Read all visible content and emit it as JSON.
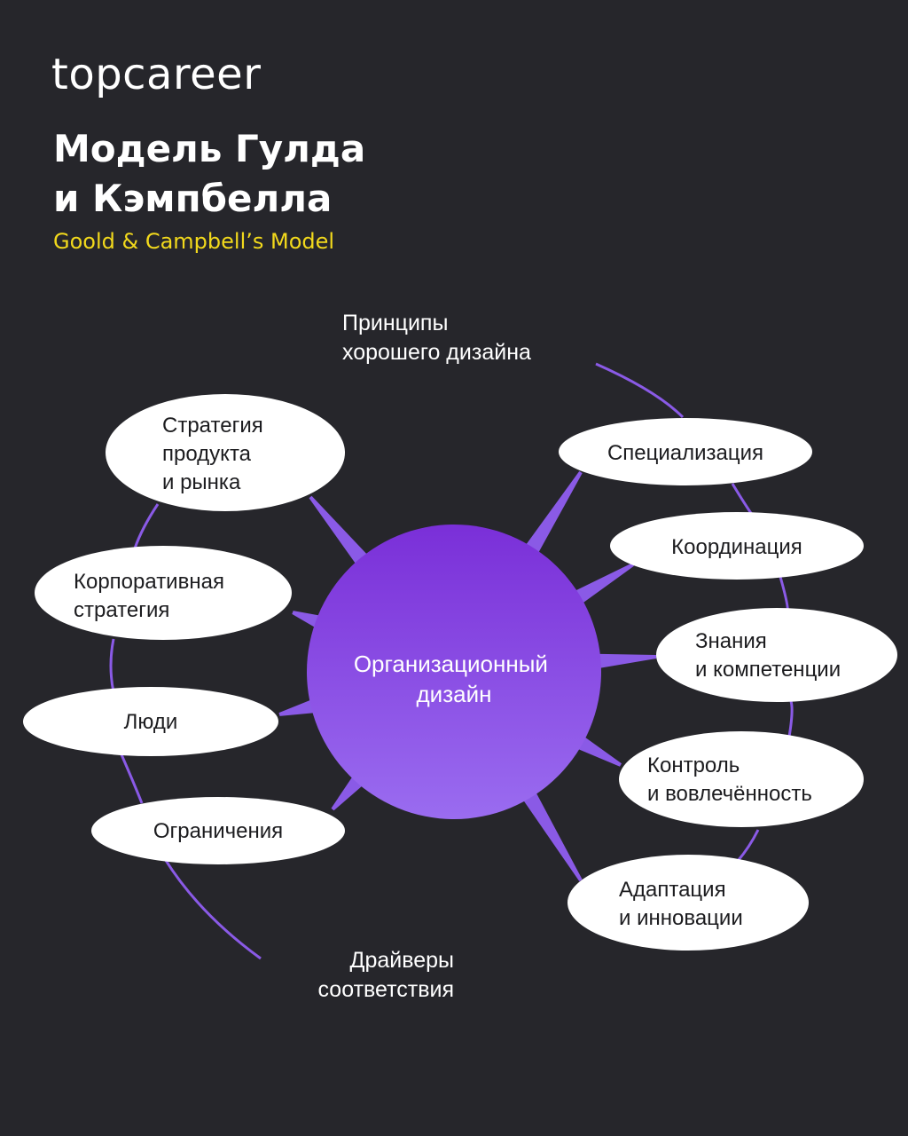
{
  "brand": {
    "logo": "topcareer"
  },
  "header": {
    "title_lines": [
      "Модель Гулда",
      "и Кэмпбелла"
    ],
    "subtitle": "Goold & Campbell’s Model"
  },
  "colors": {
    "background": "#26262b",
    "accent": "#f2d91c",
    "purple": "#8a5ae6"
  },
  "diagram": {
    "center": [
      "Организационный",
      "дизайн"
    ],
    "groups": {
      "right": [
        "Принципы",
        "хорошего дизайна"
      ],
      "left": [
        "Драйверы",
        "соответствия"
      ]
    },
    "left_nodes": [
      {
        "lines": [
          "Стратегия",
          "продукта",
          "и рынка"
        ]
      },
      {
        "lines": [
          "Корпоративная",
          "стратегия"
        ]
      },
      {
        "lines": [
          "Люди"
        ]
      },
      {
        "lines": [
          "Ограничения"
        ]
      }
    ],
    "right_nodes": [
      {
        "lines": [
          "Специализация"
        ]
      },
      {
        "lines": [
          "Координация"
        ]
      },
      {
        "lines": [
          "Знания",
          "и компетенции"
        ]
      },
      {
        "lines": [
          "Контроль",
          "и вовлечённость"
        ]
      },
      {
        "lines": [
          "Адаптация",
          "и инновации"
        ]
      }
    ]
  }
}
